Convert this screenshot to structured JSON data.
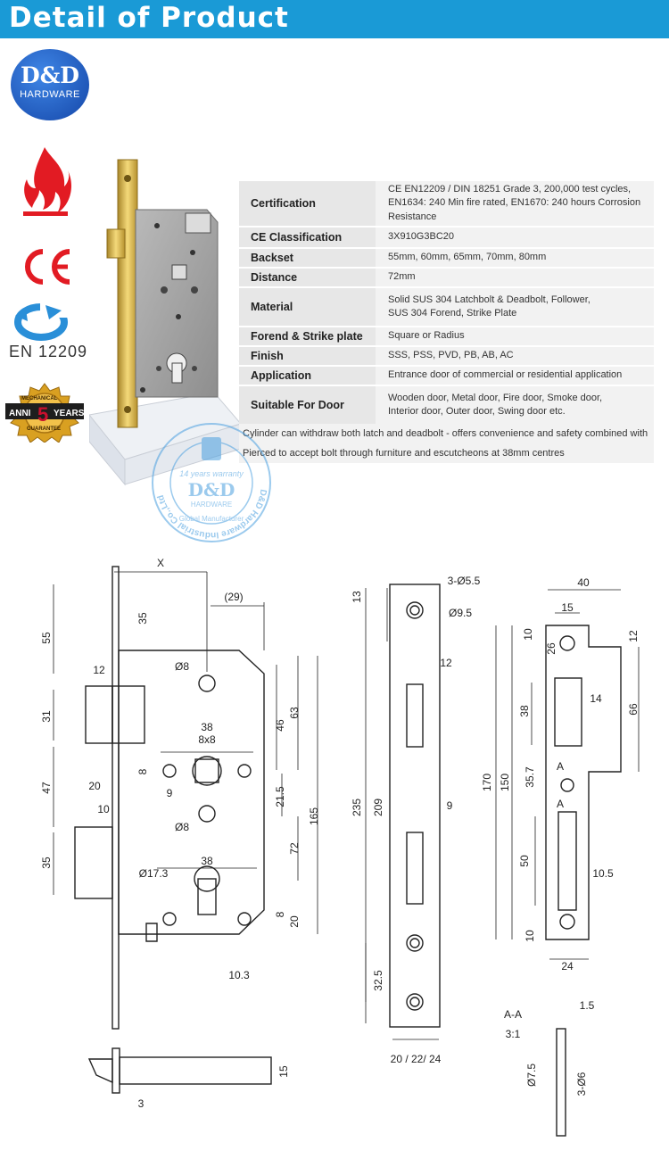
{
  "header": {
    "title": "Detail of Product"
  },
  "brand": {
    "logo_main": "D&D",
    "logo_sub": "HARDWARE"
  },
  "badges": {
    "en_standard": "EN 12209",
    "ce_mark": "CE",
    "anni_text": "ANNI",
    "anni_num": "5",
    "years_text": "YEARS",
    "mechanical": "MECHANICAL",
    "guarantee": "GUARANTEE"
  },
  "specs": [
    {
      "label": "Certification",
      "value": "CE EN12209 / DIN 18251 Grade 3, 200,000 test cycles,\nEN1634: 240 Min fire rated, EN1670: 240 hours Corrosion Resistance"
    },
    {
      "label": "CE Classification",
      "value": "3X910G3BC20"
    },
    {
      "label": "Backset",
      "value": "55mm, 60mm, 65mm, 70mm, 80mm"
    },
    {
      "label": "Distance",
      "value": "72mm"
    },
    {
      "label": "Material",
      "value": "Solid SUS 304 Latchbolt & Deadbolt, Follower,\nSUS 304 Forend, Strike Plate"
    },
    {
      "label": "Forend & Strike plate",
      "value": "Square or Radius"
    },
    {
      "label": "Finish",
      "value": "SSS, PSS, PVD, PB, AB, AC"
    },
    {
      "label": "Application",
      "value": "Entrance door of commercial or residential application"
    },
    {
      "label": "Suitable For Door",
      "value": "Wooden door, Metal door, Fire door, Smoke door,\nInterior door, Outer door, Swing door etc."
    }
  ],
  "notes": [
    "Cylinder can withdraw both latch and deadbolt - offers convenience and safety combined with security.",
    "Pierced to accept bolt through furniture and escutcheons at 38mm centres"
  ],
  "watermark": {
    "ring_text": "D&D Hardware Industrial Co.,Ltd",
    "warranty": "14 years warranty",
    "brand": "D&D",
    "sub": "HARDWARE",
    "global": "Global Manufacturer"
  },
  "drawing": {
    "lock_dims": [
      "X",
      "(29)",
      "55",
      "35",
      "12",
      "31",
      "47",
      "20",
      "10",
      "35",
      "Ø8",
      "38",
      "8x8",
      "8",
      "9",
      "Ø8",
      "46",
      "63",
      "21.5",
      "72",
      "165",
      "38",
      "Ø17.3",
      "8",
      "20",
      "10.3",
      "15",
      "3"
    ],
    "forend_dims": [
      "3-Ø5.5",
      "13",
      "Ø9.5",
      "12",
      "235",
      "209",
      "9",
      "32.5",
      "20 / 22/ 24"
    ],
    "strike_dims": [
      "40",
      "15",
      "10",
      "12",
      "26",
      "38",
      "14",
      "66",
      "170",
      "150",
      "35.7",
      "A",
      "A",
      "50",
      "10.5",
      "10",
      "24"
    ],
    "section": {
      "title": "A-A",
      "scale": "3:1",
      "d1": "1.5",
      "d2": "Ø7.5",
      "d3": "3-Ø6"
    }
  }
}
